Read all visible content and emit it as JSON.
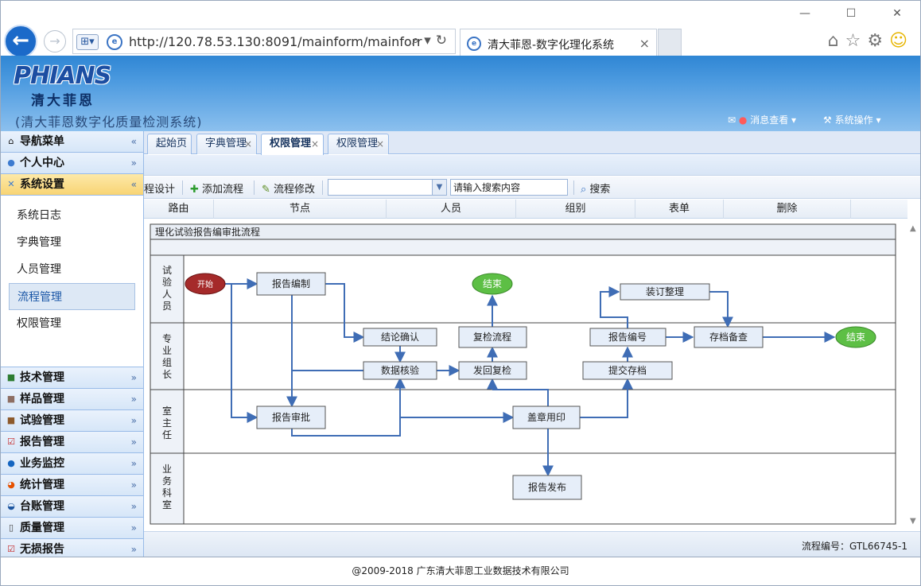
{
  "browser": {
    "url": "http://120.78.53.130:8091/mainform/mainforr",
    "tab_title": "清大菲恩-数字化理化系统",
    "tab_close": "×",
    "minimize": "—",
    "maximize": "☐",
    "close": "✕"
  },
  "header": {
    "logo_en": "PHIANS",
    "logo_cn": "清大菲恩",
    "subtitle": "(清大菲恩数字化质量检测系统)",
    "messages": "消息查看",
    "system_ops": "系统操作"
  },
  "sidebar": {
    "nav_title": "导航菜单",
    "personal": "个人中心",
    "settings": "系统设置",
    "settings_items": [
      "系统日志",
      "字典管理",
      "人员管理",
      "流程管理",
      "权限管理"
    ],
    "selected_index": 3,
    "sections": [
      "技术管理",
      "样品管理",
      "试验管理",
      "报告管理",
      "业务监控",
      "统计管理",
      "台账管理",
      "质量管理",
      "无损报告"
    ]
  },
  "tabs": [
    {
      "label": "起始页",
      "closable": false
    },
    {
      "label": "字典管理",
      "closable": true
    },
    {
      "label": "权限管理",
      "closable": true,
      "active": true
    },
    {
      "label": "权限管理",
      "closable": true
    }
  ],
  "toolbar": {
    "design": "程设计",
    "add": "添加流程",
    "edit": "流程修改",
    "search_value": "请输入搜索内容",
    "search": "搜索"
  },
  "columns": [
    "路由",
    "节点",
    "人员",
    "组别",
    "表单",
    "删除"
  ],
  "flow": {
    "title": "理化试验报告编审批流程",
    "lanes": [
      "试验人员",
      "专业组长",
      "室主任",
      "业务科室"
    ],
    "nodes": {
      "start": "开始",
      "compile": "报告编制",
      "end1": "结束",
      "binding": "装订整理",
      "confirm": "结论确认",
      "recheck": "复检流程",
      "numbering": "报告编号",
      "archive": "存档备查",
      "end2": "结束",
      "verify": "数据核验",
      "return": "发回复检",
      "submit": "提交存档",
      "approve": "报告审批",
      "seal": "盖章用印",
      "publish": "报告发布"
    },
    "flow_number": "流程编号：GTL66745-1"
  },
  "footer": "@2009-2018 广东清大菲恩工业数据技术有限公司",
  "colors": {
    "accent": "#1b6ac9",
    "start_node": "#a52a2a",
    "end_node": "#5dbf45",
    "connector": "#3f6db5",
    "node_fill": "#e6eef9"
  }
}
